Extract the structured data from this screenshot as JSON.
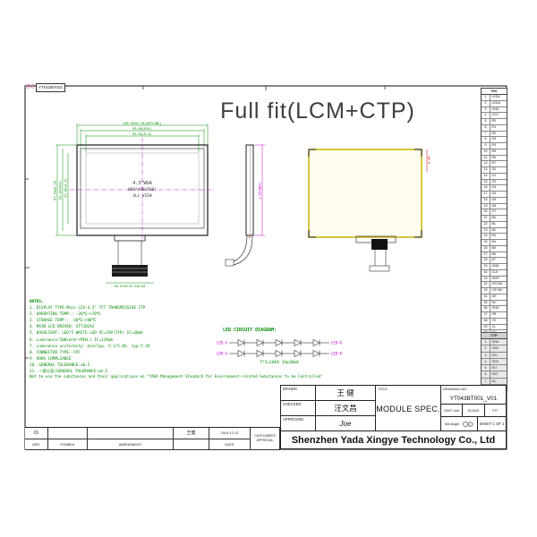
{
  "header": {
    "logo": "亚达",
    "doc_no": "YT043BT001"
  },
  "title": "Full fit(LCM+CTP)",
  "front_view": {
    "center_lines": [
      "4.3\"WGA",
      "800*480(RGB)",
      "ALL VIEW"
    ],
    "dim_top_1": "105.50±0.20(OUTLINE)",
    "dim_top_2": "99.60(POL)",
    "dim_top_3": "95.04(A.A)",
    "dim_left_1": "67.20±0.20",
    "dim_left_2": "62.00(POL)",
    "dim_left_3": "53.86(A.A)",
    "dim_pitch": "P0.5*39=19.5±0.05"
  },
  "side_view": {
    "dim_thickness": "2.95(MAX)"
  },
  "back_view": {
    "dim_right": "4.40"
  },
  "pin_table": {
    "header": "PIN",
    "rows": [
      {
        "no": "1",
        "name": "LEDK"
      },
      {
        "no": "2",
        "name": "LEDA"
      },
      {
        "no": "3",
        "name": "GND"
      },
      {
        "no": "4",
        "name": "VCC"
      },
      {
        "no": "5",
        "name": "R0"
      },
      {
        "no": "6",
        "name": "R1"
      },
      {
        "no": "7",
        "name": "R2"
      },
      {
        "no": "8",
        "name": "R3"
      },
      {
        "no": "9",
        "name": "R4"
      },
      {
        "no": "10",
        "name": "R5"
      },
      {
        "no": "11",
        "name": "R6"
      },
      {
        "no": "12",
        "name": "R7"
      },
      {
        "no": "13",
        "name": "G0"
      },
      {
        "no": "14",
        "name": "G1"
      },
      {
        "no": "15",
        "name": "G2"
      },
      {
        "no": "16",
        "name": "G3"
      },
      {
        "no": "17",
        "name": "G4"
      },
      {
        "no": "18",
        "name": "G5"
      },
      {
        "no": "19",
        "name": "G6"
      },
      {
        "no": "20",
        "name": "G7"
      },
      {
        "no": "21",
        "name": "B0"
      },
      {
        "no": "22",
        "name": "B1"
      },
      {
        "no": "23",
        "name": "B2"
      },
      {
        "no": "24",
        "name": "B3"
      },
      {
        "no": "25",
        "name": "B4"
      },
      {
        "no": "26",
        "name": "B5"
      },
      {
        "no": "27",
        "name": "B6"
      },
      {
        "no": "28",
        "name": "B7"
      },
      {
        "no": "29",
        "name": "GND"
      },
      {
        "no": "30",
        "name": "CLK"
      },
      {
        "no": "31",
        "name": "DISP"
      },
      {
        "no": "32",
        "name": "HSYNC"
      },
      {
        "no": "33",
        "name": "VSYNC"
      },
      {
        "no": "34",
        "name": "DE"
      },
      {
        "no": "35",
        "name": "NC"
      },
      {
        "no": "36",
        "name": "GND"
      },
      {
        "no": "37",
        "name": "XR"
      },
      {
        "no": "38",
        "name": "YD"
      },
      {
        "no": "39",
        "name": "XL"
      },
      {
        "no": "40",
        "name": "YU"
      }
    ]
  },
  "sub_table": {
    "header": "CTP",
    "rows": [
      {
        "no": "1",
        "name": "GND"
      },
      {
        "no": "2",
        "name": "VDD"
      },
      {
        "no": "3",
        "name": "SCL"
      },
      {
        "no": "4",
        "name": "SDA"
      },
      {
        "no": "5",
        "name": "INT"
      },
      {
        "no": "6",
        "name": "RST"
      },
      {
        "no": "7",
        "name": "NC"
      },
      {
        "no": "8",
        "name": "GND"
      }
    ]
  },
  "notes": {
    "title": "NOTES:",
    "lines": [
      "1. DISPLAY TYPE:Main LCD:4.3\" TFT TRANSMISSIVE CTP",
      "2. OPERATING TEMP.: -20℃~+70℃",
      "3. STORAGE TEMP.: -30℃~+80℃",
      "4. MAIN LCD DRIVER: ST7282A2",
      "5. BACKLIGHT: LED*2 WHITE LED VF=19V(TYP) IF=40mA",
      "6. Luminance:500cd/m²(MIN.) IF=120mA",
      "7. Luminance uniformity: min/typ. 5:1/5.05, typ.5.19",
      "8. CONNECTOR TYPE: FPC",
      "9. ROHS COMPLIANCE",
      "10. GENERAL TOLERANCE:±0.2",
      "11. 一般公差/GENERAL TOLERANCE:±0.3"
    ],
    "footnote": "Not to use the substances and their applications on \"YADA Management Standard for Environment-related Substances to be Controlled\""
  },
  "led_diagram": {
    "title": "LED CIRCUIT DIAGRAM:",
    "label_a": "LED-A",
    "label_k": "LED-K",
    "caption": "5*2=10EA  Id≥20mA"
  },
  "title_block": {
    "drawn_label": "DRAWN",
    "drawn": "王 健",
    "checked_label": "CHECKED",
    "checked": "汪文昌",
    "approved_label": "APPROVED",
    "approved": "Joe",
    "title_label": "TITLE",
    "title": "MODULE SPEC.",
    "drawing_no_label": "DRAWING NO.",
    "drawing_no": "YT043BT001_V01",
    "unit_label": "UNIT",
    "unit": "mm",
    "scale_label": "SCALE",
    "fit_label": "FIT",
    "angle_label": "3rd Angle",
    "sheet": "SHEET 1 OF 1",
    "company": "Shenzhen Yada Xingye Technology Co., Ltd"
  },
  "revision": {
    "ver": "01",
    "ver_label": "VER.",
    "symbol_label": "SYMBOL",
    "amendment_label": "AMENDMENT",
    "name": "王健",
    "date": "2019.12.12",
    "date_label": "DATE",
    "customer_label": "CUSTOMER'S APPROVAL"
  }
}
